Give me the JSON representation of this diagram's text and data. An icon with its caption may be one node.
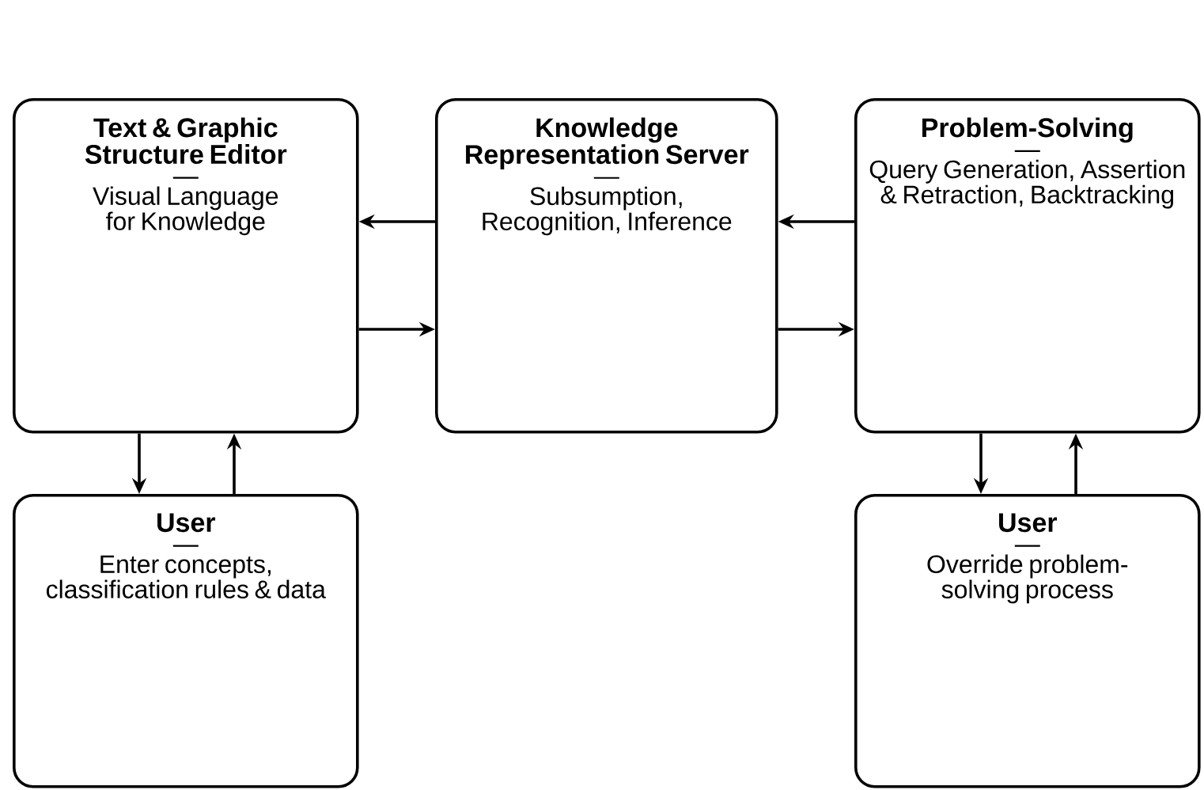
{
  "diagram": {
    "nodes": [
      {
        "text": [
          "Text & Graphic Structure Editor",
          "—",
          "Visual Language for Knowledge"
        ]
      },
      {
        "text": [
          "Knowledge Representation Server",
          "—",
          "Subsumption, Recognition, Inference"
        ]
      },
      {
        "text": [
          "Problem-Solving",
          "—",
          "Query Generation, Assertion & Retraction, Backtracking"
        ]
      },
      {
        "text": [
          "User",
          "—",
          "Enter concepts, classification rules & data"
        ]
      },
      {
        "text": [
          "User",
          "—",
          "Override problem-solving process"
        ]
      }
    ],
    "edges": [
      {
        "from": 1,
        "to": 0,
        "arrow": "to"
      },
      {
        "from": 0,
        "to": 1,
        "arrow": "to"
      },
      {
        "from": 2,
        "to": 1,
        "arrow": "to"
      },
      {
        "from": 1,
        "to": 2,
        "arrow": "to"
      },
      {
        "from": 0,
        "to": 3,
        "arrow": "to"
      },
      {
        "from": 3,
        "to": 0,
        "arrow": "to"
      },
      {
        "from": 2,
        "to": 4,
        "arrow": "to"
      },
      {
        "from": 4,
        "to": 2,
        "arrow": "to"
      }
    ]
  }
}
